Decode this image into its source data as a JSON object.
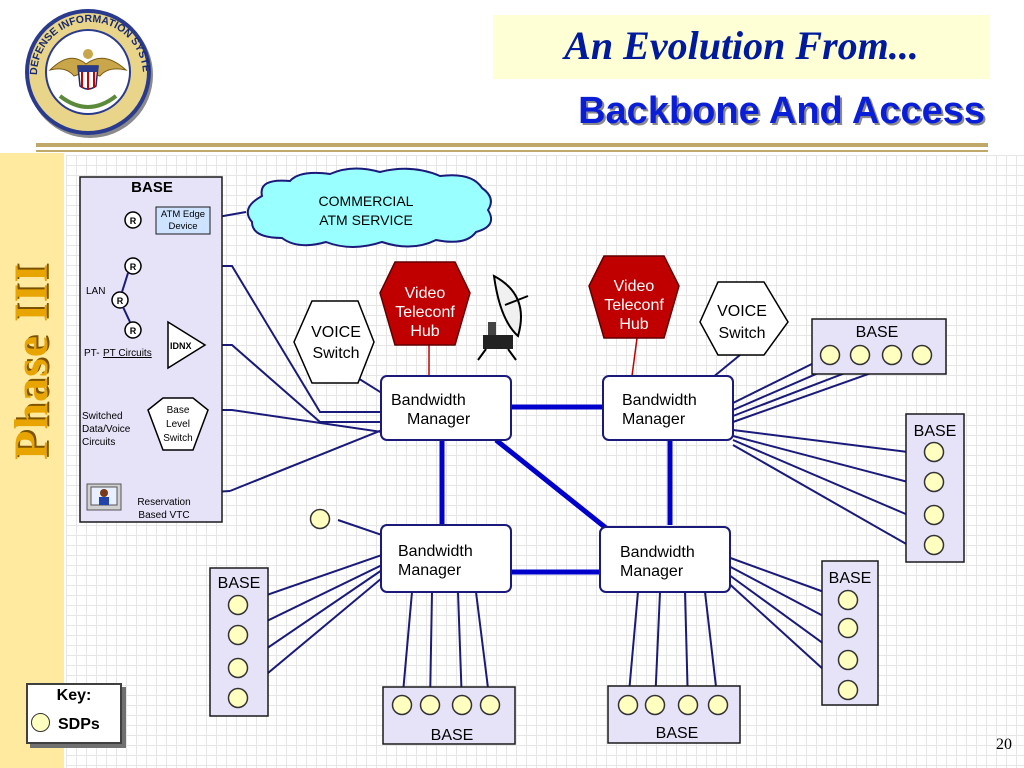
{
  "title": {
    "line1": "An Evolution From...",
    "line2": "Backbone And Access"
  },
  "sidebar_label": "Phase III",
  "page_number": "20",
  "logo": {
    "text": "DEFENSE INFORMATION SYSTEMS AGENCY"
  },
  "colors": {
    "title_blue": "#001a9e",
    "sidebar": "#ffeaa0",
    "sidebar_text": "#e8a400",
    "link_blue": "#0000cc",
    "hub_red": "#c00000",
    "base_fill": "#e6e2f8",
    "sdp_fill": "#ffffc0",
    "cloud_fill": "#99ffff"
  },
  "left_base": {
    "title": "BASE",
    "atm_edge_device": [
      "ATM Edge",
      "Device"
    ],
    "router": "R",
    "lan": "LAN",
    "idnx": "IDNX",
    "pt_prefix": "PT-",
    "pt_circuits": "PT Circuits",
    "switched_circuits": [
      "Switched",
      "Data/Voice",
      "Circuits"
    ],
    "base_level_switch": [
      "Base",
      "Level",
      "Switch"
    ],
    "reservation_vtc": [
      "Reservation",
      "Based VTC"
    ]
  },
  "cloud": [
    "COMMERCIAL",
    "ATM SERVICE"
  ],
  "video_hub": [
    "Video",
    "Teleconf",
    "Hub"
  ],
  "voice_switch": [
    "VOICE",
    "Switch"
  ],
  "bandwidth_manager": [
    "Bandwidth",
    "Manager"
  ],
  "base_label": "BASE",
  "key": {
    "title": "Key:",
    "label": "SDPs"
  },
  "icons": [
    "defense-information-systems-agency-seal",
    "satellite-dish-icon",
    "video-conference-icon",
    "router-icon",
    "sdp-circle-icon"
  ]
}
